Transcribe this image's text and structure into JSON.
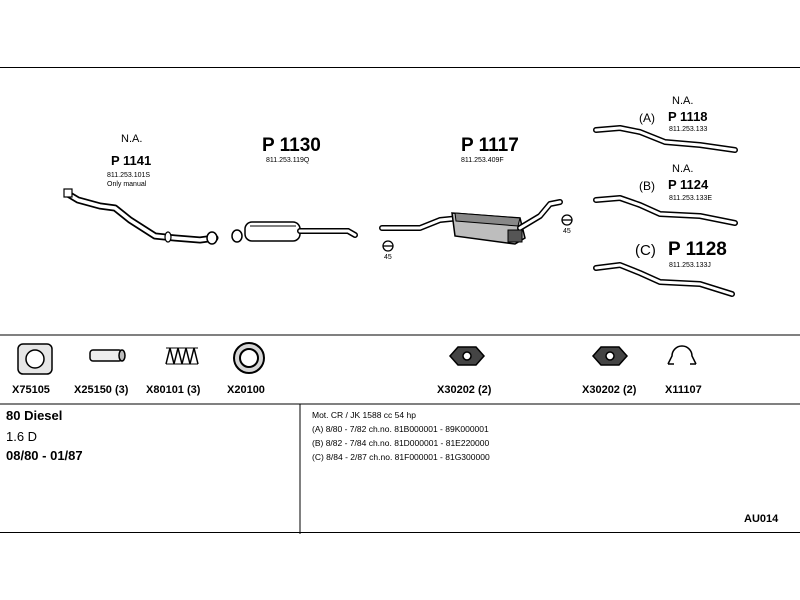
{
  "sections": [
    {
      "na": "N.A.",
      "part": "P 1141",
      "code": "811.253.101S",
      "note": "Only manual"
    },
    {
      "part": "P 1130",
      "code": "811.253.119Q"
    },
    {
      "part": "P 1117",
      "code": "811.253.409F"
    }
  ],
  "variants": [
    {
      "letter": "(A)",
      "na": "N.A.",
      "part": "P 1118",
      "code": "811.253.133"
    },
    {
      "letter": "(B)",
      "na": "N.A.",
      "part": "P 1124",
      "code": "811.253.133E"
    },
    {
      "letter": "(C)",
      "part": "P 1128",
      "code": "811.253.133J"
    }
  ],
  "angles": [
    "45",
    "45"
  ],
  "accessories": [
    {
      "code": "X75105",
      "icon": "flange-gasket-icon"
    },
    {
      "code": "X25150 (3)",
      "icon": "sleeve-icon"
    },
    {
      "code": "X80101 (3)",
      "icon": "spring-icon"
    },
    {
      "code": "X20100",
      "icon": "ring-gasket-icon"
    },
    {
      "code": "X30202 (2)",
      "icon": "rubber-mount-icon"
    },
    {
      "code": "X30202 (2)",
      "icon": "rubber-mount-icon"
    },
    {
      "code": "X11107",
      "icon": "clamp-icon"
    }
  ],
  "vehicle": {
    "model": "80 Diesel",
    "engine": "1.6 D",
    "period": "08/80 - 01/87"
  },
  "engine_info": {
    "header": "Mot. CR / JK 1588 cc 54 hp",
    "lines": [
      "(A) 8/80 - 7/82 ch.no. 81B000001 - 89K000001",
      "(B) 8/82 - 7/84 ch.no. 81D000001 - 81E220000",
      "(C) 8/84 - 2/87 ch.no. 81F000001 - 81G300000"
    ]
  },
  "reference": "AU014"
}
